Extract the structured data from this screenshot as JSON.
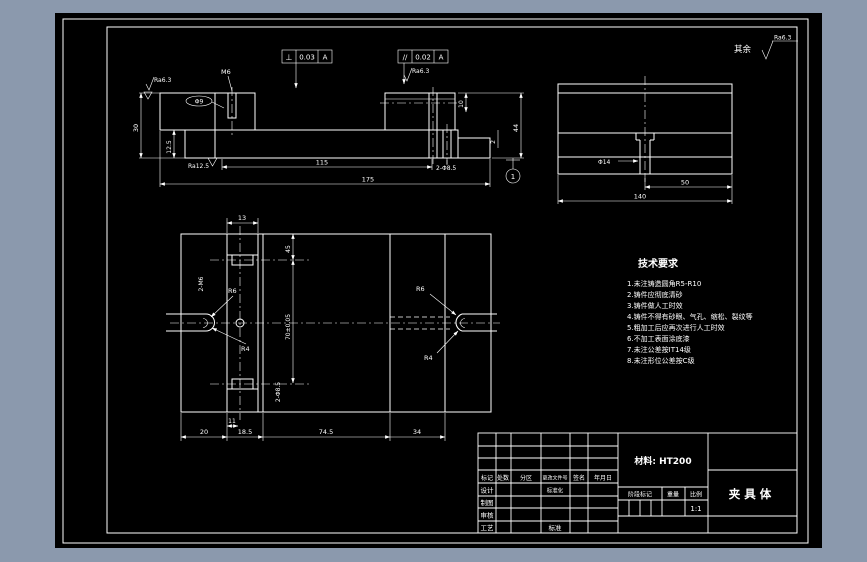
{
  "colors": {
    "bg": "#8b99ad",
    "canvas": "#000000",
    "line": "#ffffff"
  },
  "general_note": {
    "prefix": "其余",
    "value": "Ra6.3"
  },
  "front_view": {
    "gdt": [
      {
        "sym": "⊥",
        "tol": "0.03",
        "datum": "A"
      },
      {
        "sym": "//",
        "tol": "0.02",
        "datum": "A"
      }
    ],
    "labels": {
      "thread": "M6",
      "hole": "Φ9",
      "pair_holes": "2-Φ8.5",
      "ra_left": "Ra6.3",
      "ra_right": "Ra6.3",
      "ra_bottom": "Ra12.5",
      "balloon": "1"
    },
    "dims": {
      "h30": "30",
      "h125": "12.5",
      "w115": "115",
      "w175": "175",
      "h44": "44",
      "h10": "10",
      "g2": "2"
    }
  },
  "side_view": {
    "hole": "Φ14",
    "dims": {
      "w50": "50",
      "w140": "140"
    }
  },
  "plan_view": {
    "labels": {
      "threads": "2-M6",
      "r6_left": "R6",
      "r4_left": "R4",
      "r6_right": "R6",
      "r4_right": "R4",
      "pair_holes": "2-Φ8.5"
    },
    "dims": {
      "w13": "13",
      "h45": "45",
      "h70": "70±0.05",
      "w20": "20",
      "w11": "11",
      "w185": "18.5",
      "w745": "74.5",
      "w34": "34"
    }
  },
  "tech": {
    "title": "技术要求",
    "items": [
      "1.未注铸造圆角R5-R10",
      "2.铸件应彻底清砂",
      "3.铸件做人工时效",
      "4.铸件不得有砂眼、气孔、缩松、裂纹等",
      "5.粗加工后应再次进行人工时效",
      "6.不加工表面涂底漆",
      "7.未注公差按IT14级",
      "8.未注形位公差按C级"
    ]
  },
  "title_block": {
    "material": "材料: HT200",
    "part": "夹具体",
    "scale_value": "1:1",
    "cols": {
      "c1": "标记",
      "c2": "处数",
      "c3": "分区",
      "c4": "更改文件号",
      "c5": "签名",
      "c6": "年月日"
    },
    "rows": {
      "r1": "设计",
      "r2": "制图",
      "r3": "审核",
      "r4": "工艺"
    },
    "std": "标准化",
    "approve": "标准",
    "stage": "阶段标记",
    "weight": "重量",
    "scale": "比例"
  }
}
